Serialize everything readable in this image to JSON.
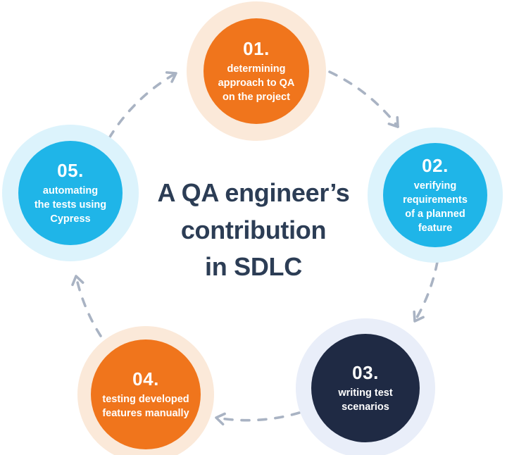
{
  "title": "A QA engineer’s\ncontribution\nin SDLC",
  "diagram": {
    "type": "cycle",
    "direction": "clockwise",
    "arrow_color": "#A9B3C3",
    "background_color": "#FFFFFF",
    "title_color": "#2C3D55"
  },
  "steps": [
    {
      "number": "01.",
      "label": "determining\napproach to QA\non the project",
      "circle_color": "#F0751C",
      "halo_color": "#FBE9D9",
      "text_color": "#FFFFFF"
    },
    {
      "number": "02.",
      "label": "verifying\nrequirements\nof a planned\nfeature",
      "circle_color": "#1FB5E8",
      "halo_color": "#DCF3FC",
      "text_color": "#FFFFFF"
    },
    {
      "number": "03.",
      "label": "writing test\nscenarios",
      "circle_color": "#1F2A44",
      "halo_color": "#E9EEF9",
      "text_color": "#FFFFFF"
    },
    {
      "number": "04.",
      "label": "testing developed\nfeatures manually",
      "circle_color": "#F0751C",
      "halo_color": "#FBE9D9",
      "text_color": "#FFFFFF"
    },
    {
      "number": "05.",
      "label": "automating\nthe tests using\nCypress",
      "circle_color": "#1FB5E8",
      "halo_color": "#DCF3FC",
      "text_color": "#FFFFFF"
    }
  ]
}
